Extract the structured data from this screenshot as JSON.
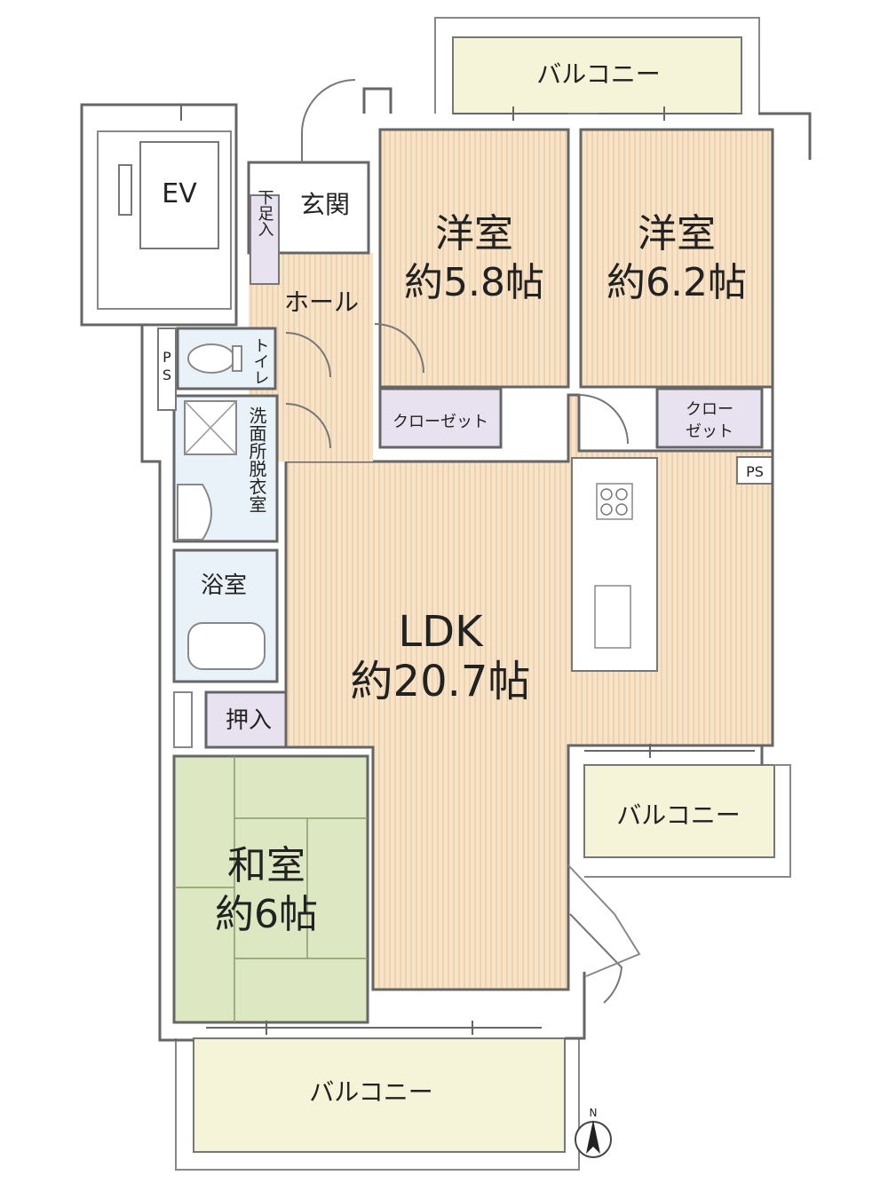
{
  "rooms": {
    "western1": {
      "name": "洋室",
      "size": "約5.8帖"
    },
    "western2": {
      "name": "洋室",
      "size": "約6.2帖"
    },
    "ldk": {
      "name": "LDK",
      "size": "約20.7帖"
    },
    "japanese": {
      "name": "和室",
      "size": "約6帖"
    },
    "entrance": "玄関",
    "hall": "ホール",
    "shoe": "下足入",
    "toilet": "トイレ",
    "washroom": "洗面所脱衣室",
    "bath": "浴室",
    "oshiire": "押入",
    "closet1": "クローゼット",
    "closet2": [
      "クロー",
      "ゼット"
    ],
    "ev": "EV",
    "ps_left": [
      "P",
      "S"
    ],
    "ps_right": "PS"
  },
  "balconies": {
    "top": "バルコニー",
    "right": "バルコニー",
    "bottom": "バルコニー"
  },
  "compass": {
    "label": "N"
  },
  "colors": {
    "wood": "#f7e3c8",
    "wood_stripe": "#efd2ae",
    "tatami": "#dde8c2",
    "balcony": "#f5f3d8",
    "storage": "#e8e2f0",
    "wet": "#e9f2f8",
    "wall": "#6a6a6a"
  }
}
